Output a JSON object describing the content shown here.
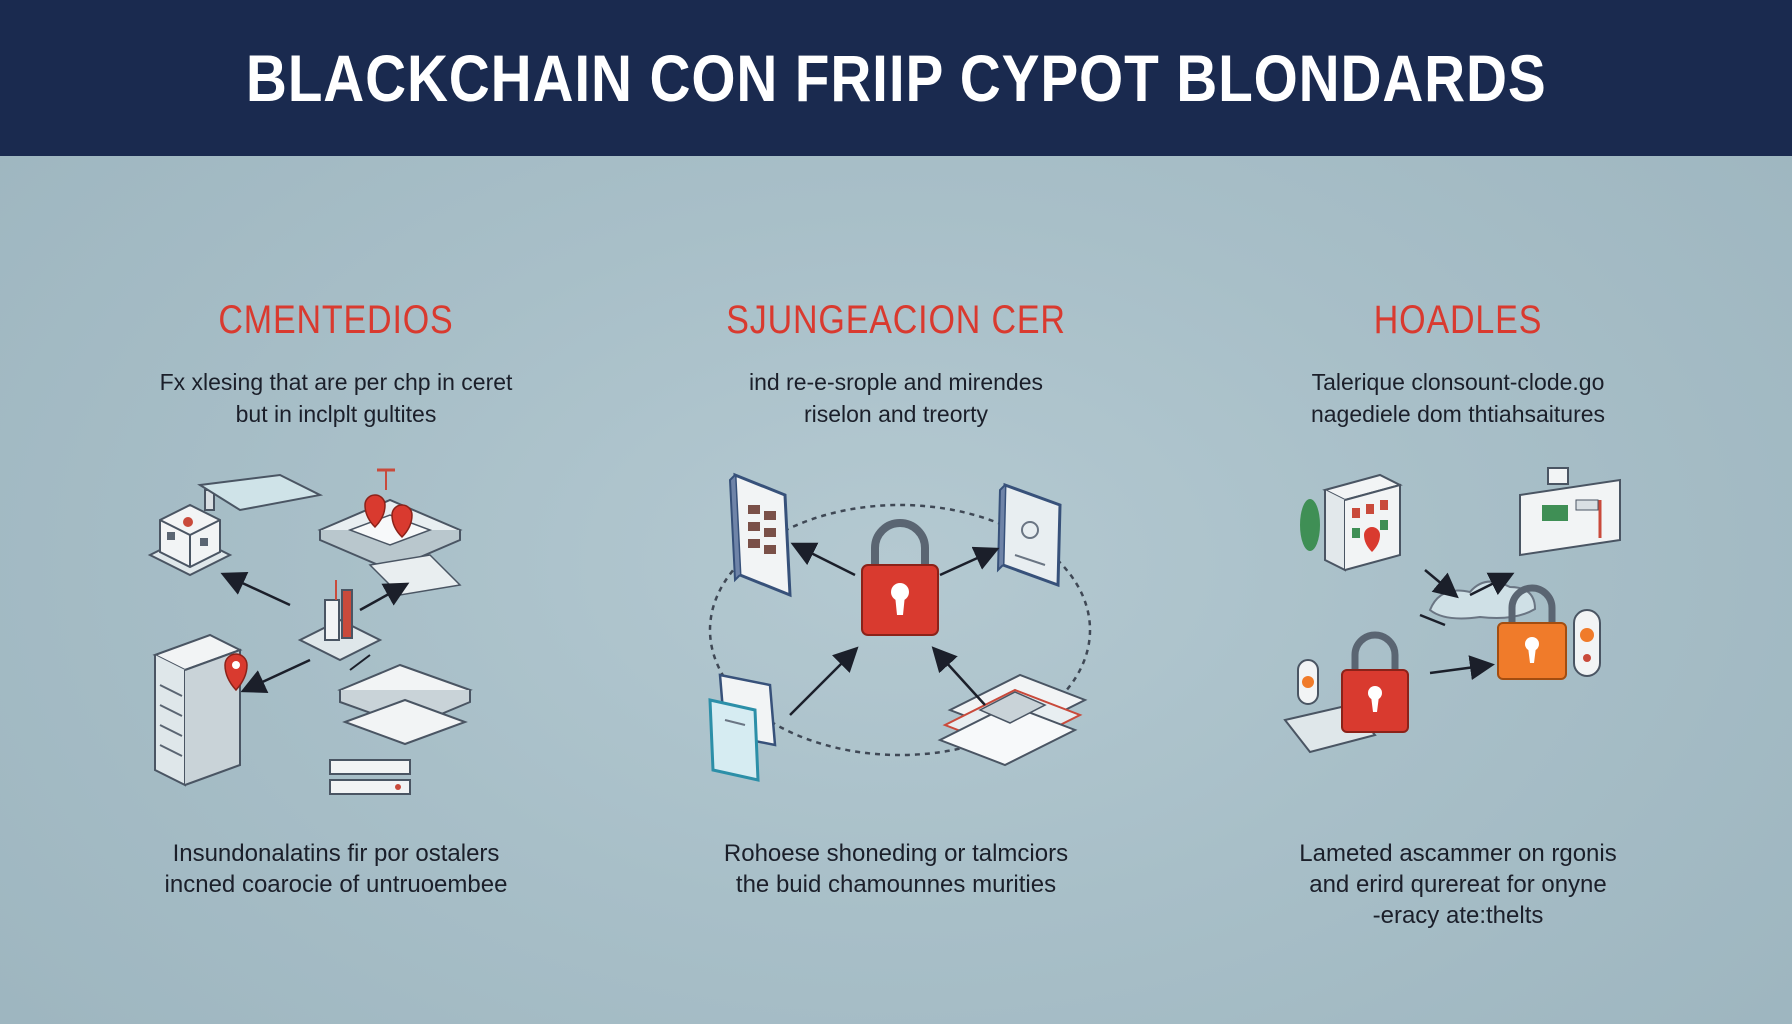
{
  "header": {
    "title": "BLACKCHAIN CON FRIIP CYPOT BLONDARDS"
  },
  "columns": [
    {
      "heading": "CMENTEDIOS",
      "description": [
        "Fx xlesing that are per chp in ceret",
        "but in inclplt gultites"
      ],
      "footer": [
        "Insundonalatins fir por ostalers",
        "incned coarocie of untruoembee"
      ]
    },
    {
      "heading": "SJUNGEACION CER",
      "description": [
        "ind re-e-srople and mirendes",
        "riselon and treorty"
      ],
      "footer": [
        "Rohoese shoneding or talmciors",
        "the buid chamounnes murities"
      ]
    },
    {
      "heading": "HOADLES",
      "description": [
        "Talerique clonsount-clode.go",
        "nagediele dom thtiahsaitures"
      ],
      "footer": [
        "Lameted ascammer on rgonis",
        "and erird qurereat for onyne",
        "-eracy ate:thelts"
      ]
    }
  ],
  "colors": {
    "header_bg": "#1a2a4f",
    "accent_red": "#d93a2f",
    "background": "#a8bfc8",
    "text_dark": "#1b1f2a",
    "lock_orange": "#f07b2a"
  },
  "icons": [
    "building-icon",
    "storage-plate-icon",
    "map-pin-icon",
    "server-rack-icon",
    "stacked-trays-icon",
    "padlock-icon",
    "document-panel-icon",
    "cloud-icon",
    "orange-padlock-icon",
    "device-panel-icon"
  ]
}
